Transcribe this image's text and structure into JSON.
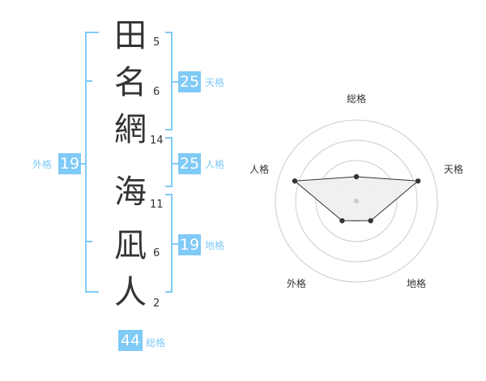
{
  "name": {
    "characters": [
      {
        "char": "田",
        "strokes": "5"
      },
      {
        "char": "名",
        "strokes": "6"
      },
      {
        "char": "網",
        "strokes": "14"
      },
      {
        "char": "海",
        "strokes": "11"
      },
      {
        "char": "凪",
        "strokes": "6"
      },
      {
        "char": "人",
        "strokes": "2"
      }
    ]
  },
  "fortune": {
    "tenkaku": {
      "label": "天格",
      "value": "25"
    },
    "jinkaku": {
      "label": "人格",
      "value": "25"
    },
    "chikaku": {
      "label": "地格",
      "value": "19"
    },
    "gaikaku": {
      "label": "外格",
      "value": "19"
    },
    "soukaku": {
      "label": "総格",
      "value": "44"
    }
  },
  "colors": {
    "accent": "#7fcaf6",
    "text": "#333333",
    "radar_ring": "#cccccc",
    "radar_fill": "#eeeeee",
    "radar_point": "#333333",
    "radar_center": "#cccccc"
  },
  "chart_data": {
    "type": "radar",
    "axes": [
      "総格",
      "天格",
      "地格",
      "外格",
      "人格"
    ],
    "levels": 4,
    "range": [
      0,
      4
    ],
    "values": [
      1.2,
      3.2,
      1.2,
      1.2,
      3.2
    ]
  }
}
